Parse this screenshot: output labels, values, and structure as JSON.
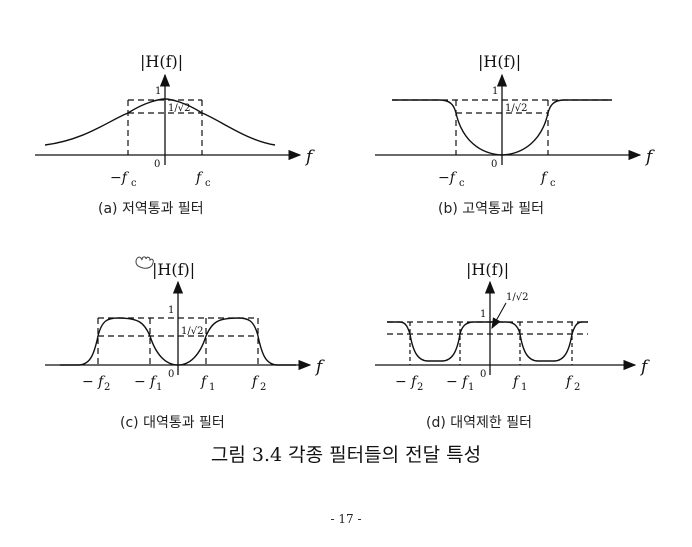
{
  "colors": {
    "ink": "#111111",
    "background": "#ffffff"
  },
  "labels": {
    "magnitude": "|H(f)|",
    "freq_axis": "f",
    "one": "1",
    "inv_sqrt2": "1/√2",
    "zero": "0",
    "neg_fc": "−f",
    "fc": "f",
    "sub_c": "c",
    "neg_f2": "− f",
    "neg_f1": "− f",
    "f1": "f",
    "f2": "f",
    "sub_1": "1",
    "sub_2": "2"
  },
  "panels": {
    "a": {
      "caption": "(a) 저역통과 필터"
    },
    "b": {
      "caption": "(b) 고역통과 필터"
    },
    "c": {
      "caption": "(c) 대역통과 필터"
    },
    "d": {
      "caption": "(d) 대역제한 필터"
    }
  },
  "figure_caption": "그림 3.4   각종 필터들의 전달 특성",
  "page_number": "- 17 -"
}
